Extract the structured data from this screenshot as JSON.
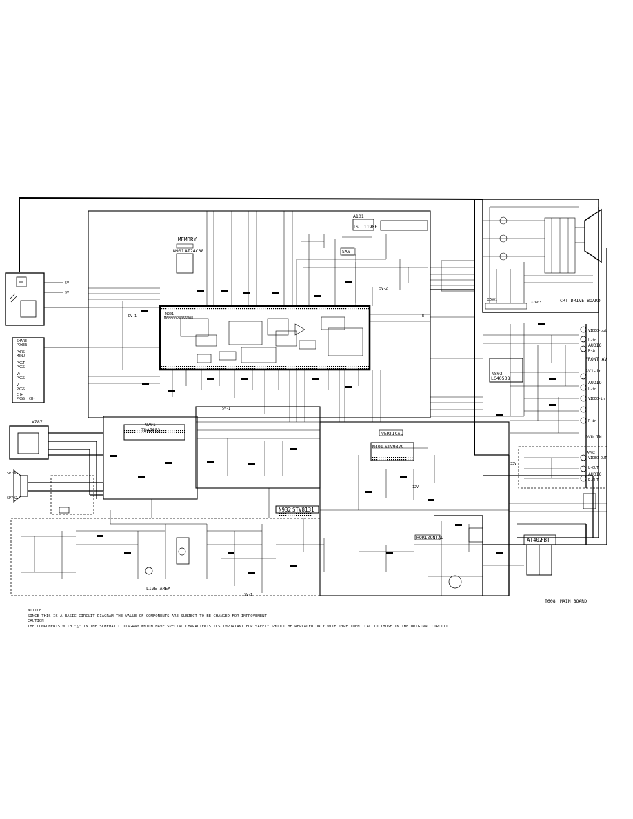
{
  "blocks": {
    "mcu": {
      "ref": "N201",
      "part": "M68800P4056V08"
    },
    "memory": {
      "title": "MEMORY",
      "ref": "N901",
      "part": "AT24C08"
    },
    "tuner": {
      "ref": "A101",
      "part": "TS. 1190F"
    },
    "saw": {
      "label": "SAW"
    },
    "audio_amp": {
      "ref": "N701",
      "part": "TDA7053"
    },
    "av_switch": {
      "ref": "N803",
      "part": "LC4053B"
    },
    "vertical": {
      "title": "VERTICAL",
      "ref": "N401",
      "part": "STV9379"
    },
    "horizontal": {
      "title": "HORIZONTAL"
    },
    "regulator": {
      "ref": "N932",
      "part": "STV8131"
    },
    "fbt": {
      "ref": "AT402",
      "part": "FBT"
    },
    "crt_board": {
      "title": "CRT DRIVE BOARD"
    },
    "live_area": {
      "label": "LIVE AREA"
    },
    "main_board": {
      "ref": "T608",
      "label": "MAIN BOARD"
    }
  },
  "connectors": {
    "earphone": "XZ87",
    "av_labels": [
      "VIDEO-out",
      "L-in",
      "AUDIO",
      "R-in",
      "FRONT AV",
      "AV1-in",
      "AUDIO",
      "L-in",
      "VIDEO-in",
      "R-in",
      "DVD IN"
    ],
    "av2": {
      "title": "AV02",
      "items": [
        "VIDEO OUT",
        "L-OUT",
        "AUDIO",
        "R-OUT"
      ]
    },
    "speaker_refs": [
      "SP700",
      "SP702"
    ],
    "crt_socket": "XZ603",
    "main_socket": "XZ601"
  },
  "keyboard": {
    "labels": [
      "SHARE",
      "POWER",
      "PWRS",
      "MENU",
      "PKGT",
      "PKGS",
      "V+",
      "PKGS",
      "V-",
      "PKGS",
      "CH+",
      "PKGS",
      "CH-"
    ]
  },
  "supply_labels": [
    "5V",
    "9V",
    "12V",
    "33V",
    "5V-1",
    "5V-2",
    "B+",
    "DV-1",
    "SV-1"
  ],
  "notes": [
    "NOTICE",
    "SINCE THIS IS A BASIC CIRCUIT DIAGRAM THE VALUE OF COMPONENTS ARE SUBJECT TO BE CHANGED FOR IMPROVEMENT.",
    "CAUTION",
    "THE COMPONENTS WITH \"△\" IN THE SCHEMATIC DIAGRAM WHICH HAVE SPECIAL CHARACTERISTICS IMPORTANT FOR SAFETY SHOULD BE REPLACED ONLY WITH TYPE IDENTICAL TO THOSE IN THE ORIGINAL CIRCUIT."
  ]
}
